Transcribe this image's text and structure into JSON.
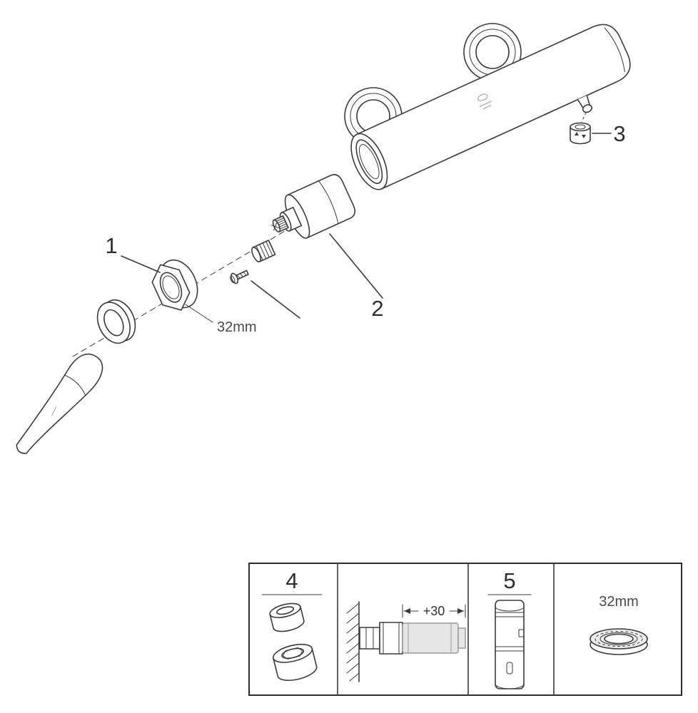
{
  "colors": {
    "line": "#3b3b3b",
    "panel_border": "#2e2e2e",
    "muted_gray": "#9a9a9a",
    "fill_light": "#ededed",
    "dim_text": "#4a4a4a",
    "number_text": "#2e2e2e",
    "background": "#ffffff"
  },
  "callouts": {
    "part1": "1",
    "part2": "2",
    "part3": "3",
    "dim_32mm": "32mm"
  },
  "panel": {
    "cell_accessory": {
      "label": "4"
    },
    "cell_extension": {
      "dim": "+30"
    },
    "cell_extension_part": {
      "label": "5"
    },
    "cell_nut": {
      "dim": "32mm"
    }
  }
}
